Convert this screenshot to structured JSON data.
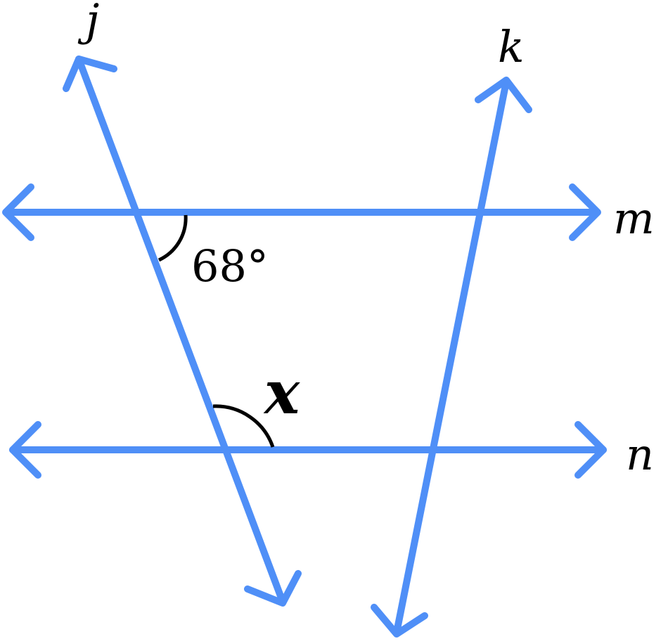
{
  "colors": {
    "line": "#4f8ff7",
    "ink": "#000000"
  },
  "lines": [
    {
      "name": "j",
      "label": "j"
    },
    {
      "name": "k",
      "label": "k"
    },
    {
      "name": "m",
      "label": "m"
    },
    {
      "name": "n",
      "label": "n"
    }
  ],
  "angles": {
    "given": {
      "label": "68°",
      "value": 68
    },
    "unknown": {
      "label": "x"
    }
  }
}
